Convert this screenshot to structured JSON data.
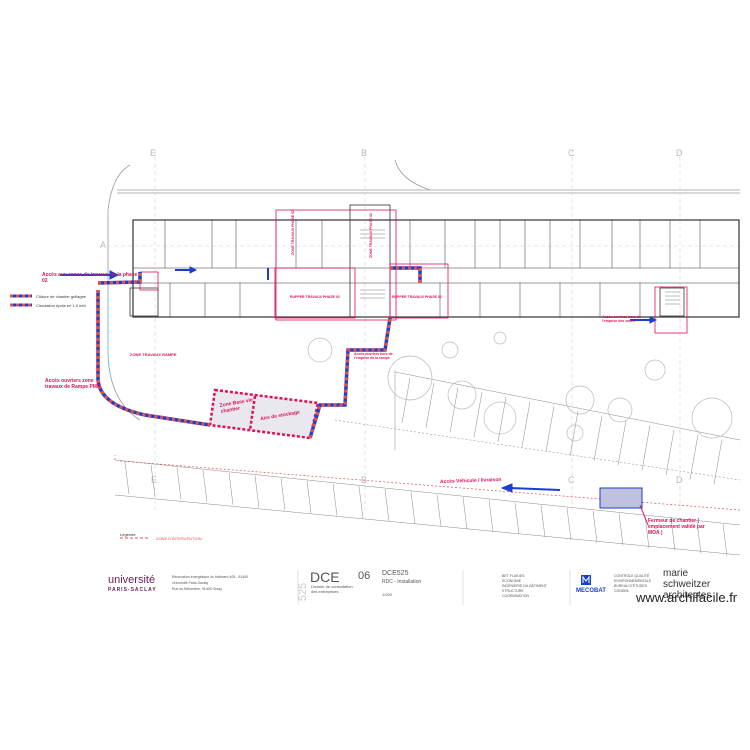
{
  "plan": {
    "grid_labels": [
      "E",
      "B",
      "C",
      "D",
      "A",
      "E",
      "B",
      "C",
      "D"
    ],
    "zones": {
      "phase2_access": "Accès aux zones de travaux de la phase 02",
      "ramp_access": "Accès ouvriers zone travaux de Rampe PMR",
      "storage": "Aire de stockage",
      "site_base": "Zone Base vie chantier",
      "rampe_zone": "ZONE TRAVAUX RAMPE",
      "vehicle_access": "Accès Véhicule / livraison",
      "worker_access_mid": "Accès ouvriers hors de l'emprise de la rampe",
      "worker_access_right": "Accès ouvriers hors de l'emprise des zones",
      "trailer": "Fermeur de chantier ( emplacement validé par MOA )",
      "work_a": "RUPPER TRAVAUX PHASE 02",
      "work_b": "RUPPER TRAVAUX PHASE 02",
      "vertical_a": "ZONE TRAVAUX PHASE 02",
      "vertical_b": "ZONE TRAVAUX PHASE 02"
    },
    "legend": {
      "items": [
        "Clôture de chantier grillagée",
        "Circulation ripole en 1.0 mbl"
      ],
      "title": "Légende",
      "note": "ZONE D'INTERVENTION"
    },
    "colors": {
      "red": "#e0105a",
      "blue": "#1a3fd0",
      "line": "#9a9a9a"
    }
  },
  "footer": {
    "logo_top": "université",
    "logo_bottom": "PARIS-SACLAY",
    "project_lines": [
      "Rénovation énergétique du bâtiment 405 - 91400",
      "Université Paris-Saclay",
      "Rue du Belvédère, 91400 Orsay"
    ],
    "phase_num": "525",
    "phase": "DCE",
    "phase_sub": [
      "Dossier de consultation",
      "des entreprises"
    ],
    "sheet_num": "06",
    "sheet_code": "DCE525",
    "sheet_title": "RDC - Installation",
    "scale": "1/200",
    "partner_text": [
      "BET FLUIDES",
      "ÉCONOMIE",
      "INGÉNIERIE DU BÂTIMENT",
      "STRUCTURE",
      "COORDINATION"
    ],
    "mecobat": "MECOBAT",
    "mecobat_text": [
      "CONTRÔLE QUALITÉ",
      "ENVIRONNEMENTALE",
      "BUREAU D'ÉTUDES",
      "CONSEIL"
    ],
    "architect": [
      "marie",
      "schweitzer",
      "architectes"
    ],
    "watermark": "www.archifacile.fr"
  }
}
